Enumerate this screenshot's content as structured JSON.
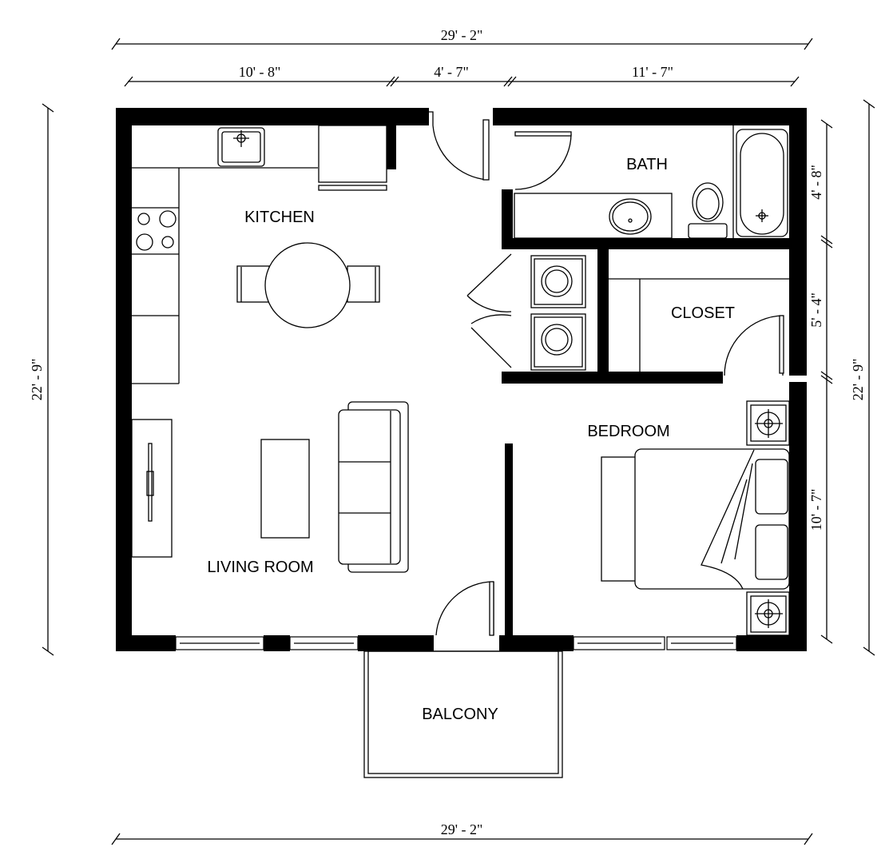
{
  "plan": {
    "rooms": [
      {
        "name": "KITCHEN"
      },
      {
        "name": "BATH"
      },
      {
        "name": "CLOSET"
      },
      {
        "name": "BEDROOM"
      },
      {
        "name": "LIVING ROOM"
      },
      {
        "name": "BALCONY"
      }
    ],
    "dimensions": {
      "top_overall": "29' - 2\"",
      "top_segments": [
        "10' - 8\"",
        "4' - 7\"",
        "11' - 7\""
      ],
      "left_overall": "22' - 9\"",
      "right_overall": "22' - 9\"",
      "right_segments": [
        "4' - 8\"",
        "5' - 4\"",
        "10' - 7\""
      ],
      "bottom_overall": "29' - 2\""
    },
    "colors": {
      "wall": "#000000",
      "background": "#ffffff"
    }
  }
}
